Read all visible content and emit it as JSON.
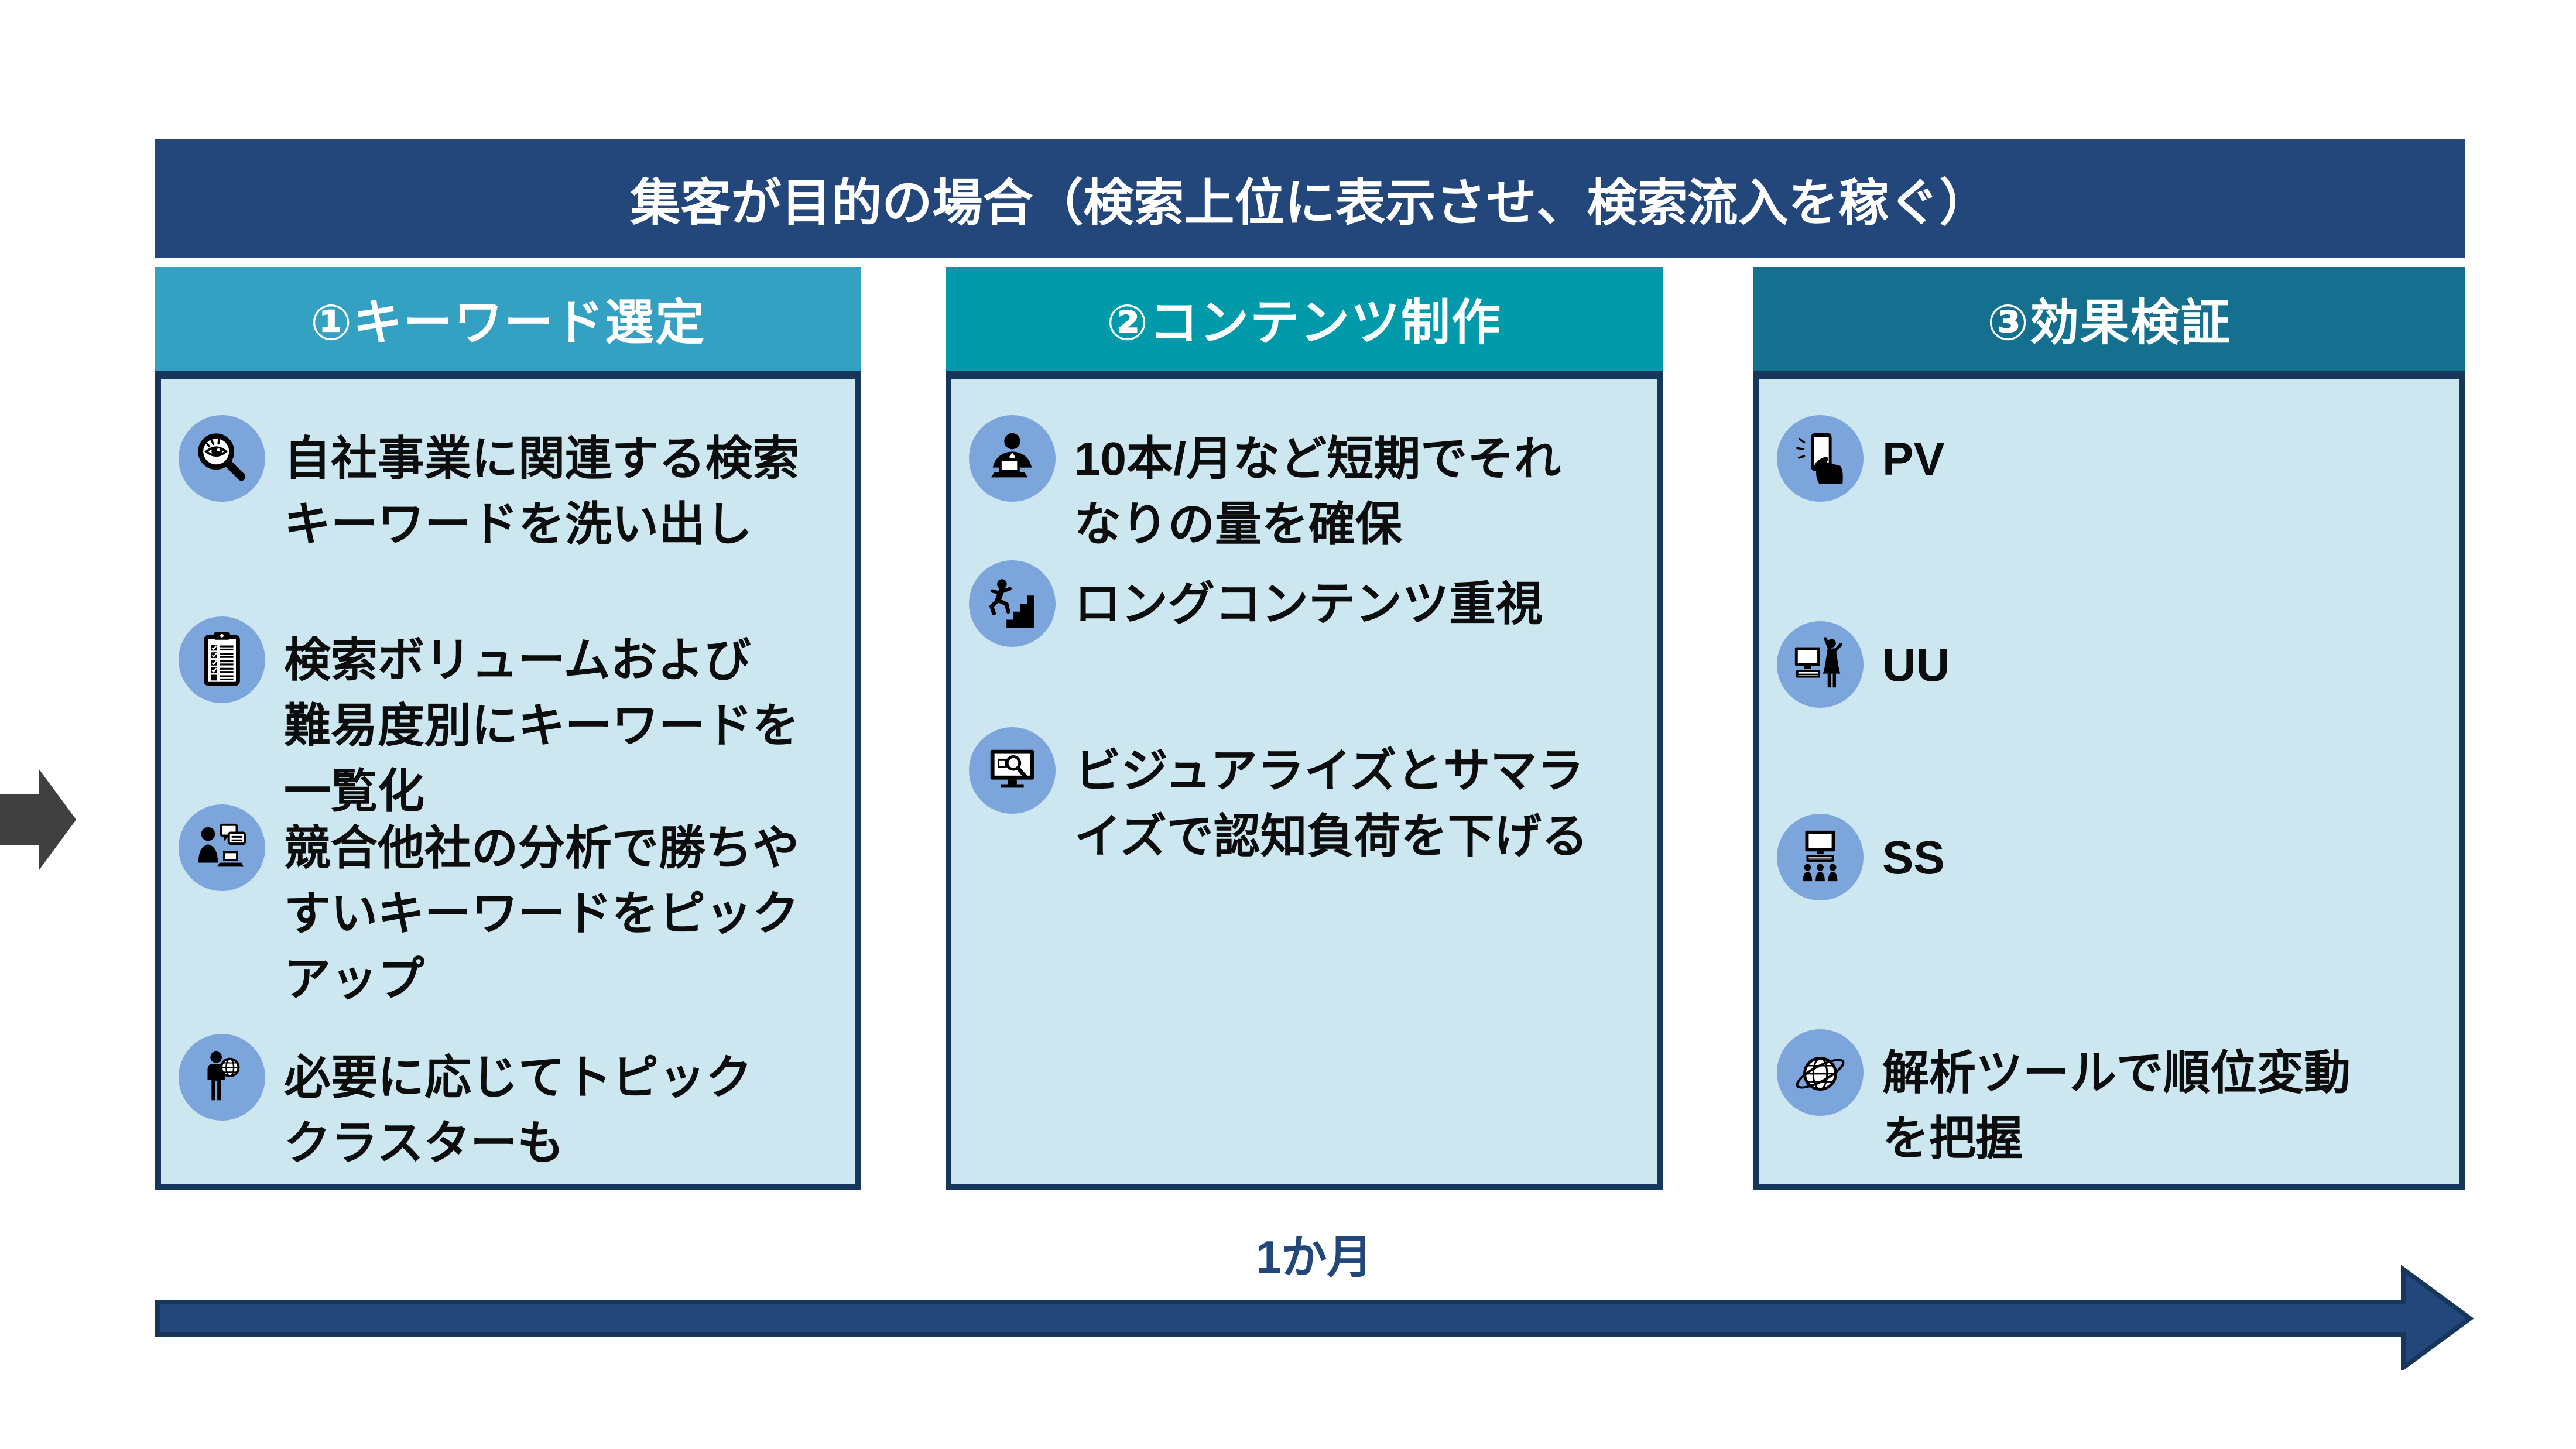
{
  "title": "集客が目的の場合（検索上位に表示させ、検索流入を稼ぐ）",
  "columns": [
    {
      "header": "①キーワード選定",
      "header_color": "#35A1C2",
      "items": [
        {
          "icon": "search-eye-icon",
          "text": "自社事業に関連する検索\nキーワードを洗い出し"
        },
        {
          "icon": "clipboard-checklist-icon",
          "text": "検索ボリュームおよび\n難易度別にキーワードを\n一覧化"
        },
        {
          "icon": "competitor-analysis-icon",
          "text": "競合他社の分析で勝ちや\nすいキーワードをピック\nアップ"
        },
        {
          "icon": "person-globe-icon",
          "text": "必要に応じてトピック\nクラスターも"
        }
      ]
    },
    {
      "header": "②コンテンツ制作",
      "header_color": "#009AAB",
      "items": [
        {
          "icon": "writer-laptop-icon",
          "text": "10本/月など短期でそれ\nなりの量を確保"
        },
        {
          "icon": "runner-stairs-icon",
          "text": "ロングコンテンツ重視"
        },
        {
          "icon": "monitor-magnifier-icon",
          "text": "ビジュアライズとサマラ\nイズで認知負荷を下げる"
        }
      ]
    },
    {
      "header": "③効果検証",
      "header_color": "#15708F",
      "items": [
        {
          "icon": "smartphone-hand-icon",
          "text": "PV"
        },
        {
          "icon": "user-desktop-icon",
          "text": "UU"
        },
        {
          "icon": "desktop-users-icon",
          "text": "SS"
        },
        {
          "icon": "globe-orbit-icon",
          "text": "解析ツールで順位変動\nを把握"
        }
      ]
    }
  ],
  "timeline": {
    "label": "1か月"
  },
  "colors": {
    "title_bg": "#24477B",
    "col1_header": "#35A1C2",
    "col2_header": "#009AAB",
    "col3_header": "#15708F",
    "body_bg": "#CDE7F1",
    "border_navy": "#16365C",
    "icon_circle": "#7CA5DB",
    "connector_gray": "#404040",
    "timeline_navy": "#24477B",
    "text": "#0d0d0d"
  }
}
